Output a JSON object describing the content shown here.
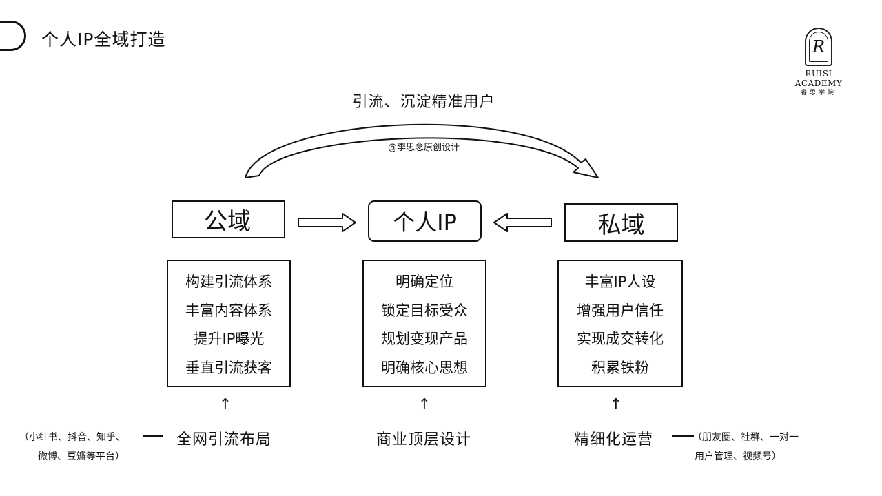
{
  "header": {
    "title": "个人IP全域打造"
  },
  "logo": {
    "letter": "R",
    "name": "RUISI ACADEMY",
    "subtitle": "睿思学院"
  },
  "arc": {
    "label": "引流、沉淀精准用户",
    "watermark": "@李思念原创设计"
  },
  "domains": {
    "public": "公域",
    "ip": "个人IP",
    "private": "私域"
  },
  "lists": {
    "public": [
      "构建引流体系",
      "丰富内容体系",
      "提升IP曝光",
      "垂直引流获客"
    ],
    "ip": [
      "明确定位",
      "锁定目标受众",
      "规划变现产品",
      "明确核心思想"
    ],
    "private": [
      "丰富IP人设",
      "增强用户信任",
      "实现成交转化",
      "积累铁粉"
    ]
  },
  "arrows": {
    "up": "↑"
  },
  "bottom": {
    "public": {
      "title": "全网引流布局",
      "note_line1": "（小红书、抖音、知乎、",
      "note_line2": "微博、豆瓣等平台）"
    },
    "ip": {
      "title": "商业顶层设计"
    },
    "private": {
      "title": "精细化运营",
      "note_line1": "（朋友圈、社群、一对一",
      "note_line2": "用户管理、视频号）"
    }
  }
}
